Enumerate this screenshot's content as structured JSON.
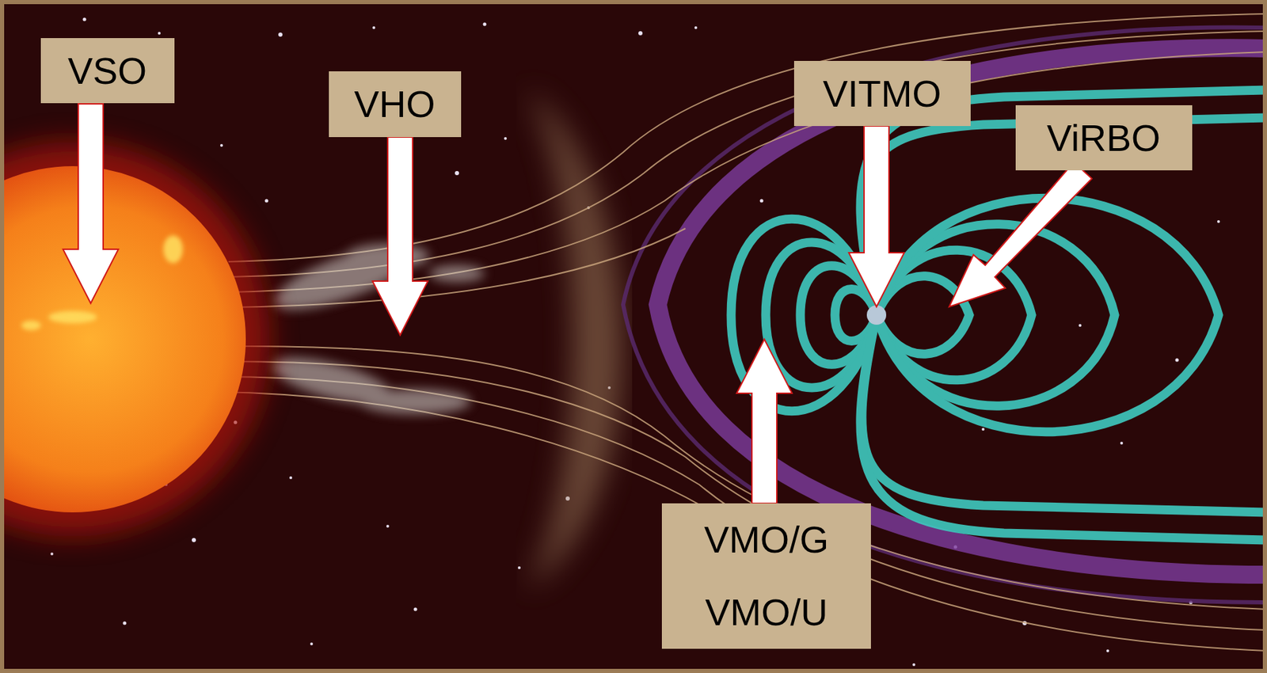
{
  "diagram": {
    "nodes": [
      {
        "text": [
          "VSO"
        ]
      },
      {
        "text": [
          "VHO"
        ]
      },
      {
        "text": [
          "VITMO"
        ]
      },
      {
        "text": [
          "ViRBO"
        ]
      },
      {
        "text": [
          "VMO/G",
          "VMO/U"
        ]
      }
    ]
  }
}
